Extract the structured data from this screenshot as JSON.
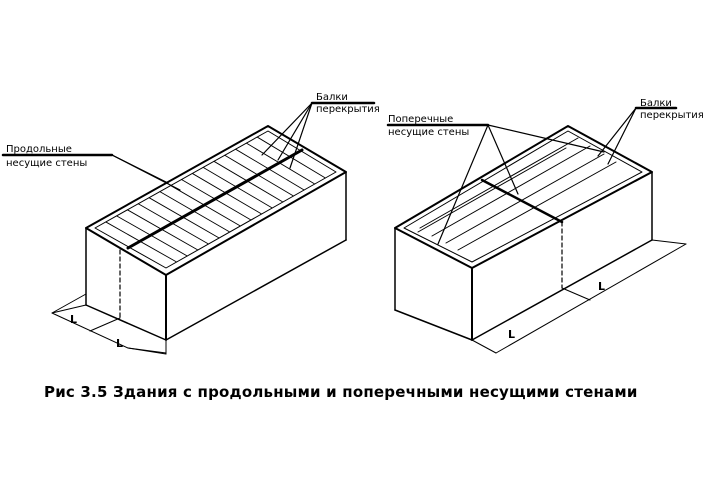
{
  "diagram": {
    "left": {
      "label_beams": [
        "Балки",
        "перекрытия"
      ],
      "label_walls": [
        "Продольные",
        "несущие стены"
      ],
      "dim_1": "L",
      "dim_2": "L"
    },
    "right": {
      "label_beams": [
        "Балки",
        "перекрытия"
      ],
      "label_walls": [
        "Поперечные",
        "несущие стены"
      ],
      "dim_1": "L",
      "dim_2": "L"
    },
    "caption": "Рис 3.5 Здания с продольными и поперечными несущими стенами"
  }
}
